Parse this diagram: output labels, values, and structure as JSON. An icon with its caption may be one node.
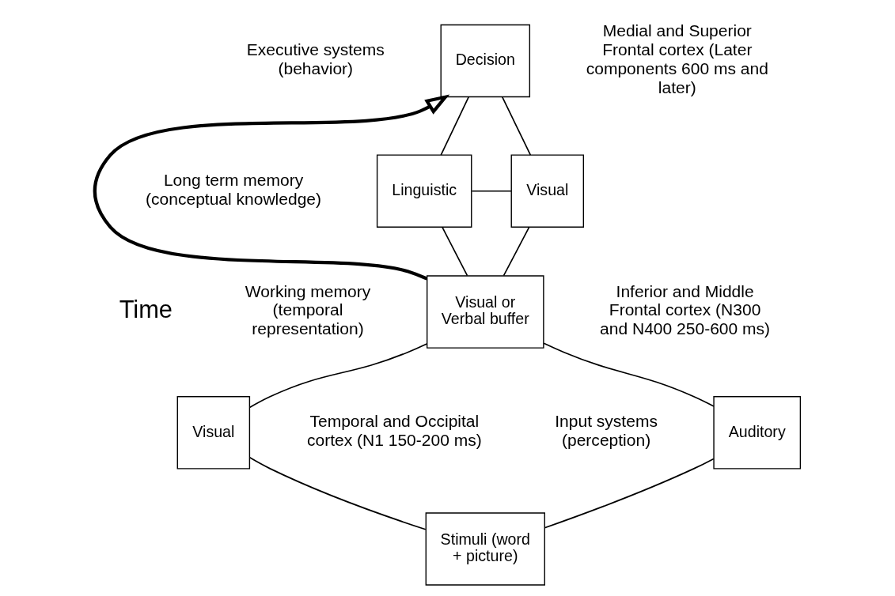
{
  "diagram": {
    "nodes": [
      {
        "text": [
          "Decision"
        ]
      },
      {
        "text": [
          "Linguistic"
        ]
      },
      {
        "text": [
          "Visual"
        ]
      },
      {
        "text": [
          "Visual or Verbal buffer"
        ]
      },
      {
        "text": [
          "Auditory"
        ]
      },
      {
        "text": [
          "Visual"
        ]
      },
      {
        "text": [
          "Stimuli (word + picture)"
        ]
      }
    ],
    "edges": [
      {
        "from": 0,
        "to": 1,
        "arrow": "none"
      },
      {
        "from": 0,
        "to": 2,
        "arrow": "none"
      },
      {
        "from": 1,
        "to": 2,
        "arrow": "none"
      },
      {
        "from": 1,
        "to": 3,
        "arrow": "none"
      },
      {
        "from": 2,
        "to": 3,
        "arrow": "none"
      },
      {
        "from": 3,
        "to": 4,
        "arrow": "none"
      },
      {
        "from": 3,
        "to": 5,
        "arrow": "none"
      },
      {
        "from": 4,
        "to": 6,
        "arrow": "none"
      },
      {
        "from": 5,
        "to": 6,
        "arrow": "none"
      },
      {
        "from": 3,
        "to": 0,
        "arrow": "to",
        "style": "thick"
      }
    ],
    "labels": [
      "Executive systems (behavior)",
      "Medial and Superior Frontal cortex (Later components 600 ms and later)",
      "Time",
      "Long term memory (conceptual knowledge)",
      "Inferior and Middle Frontal cortex (N300 and N400 250-600 ms)",
      "Working memory (temporal representation)",
      "Input systems (perception)",
      "Temporal and Occipital cortex (N1 150-200 ms)"
    ]
  }
}
